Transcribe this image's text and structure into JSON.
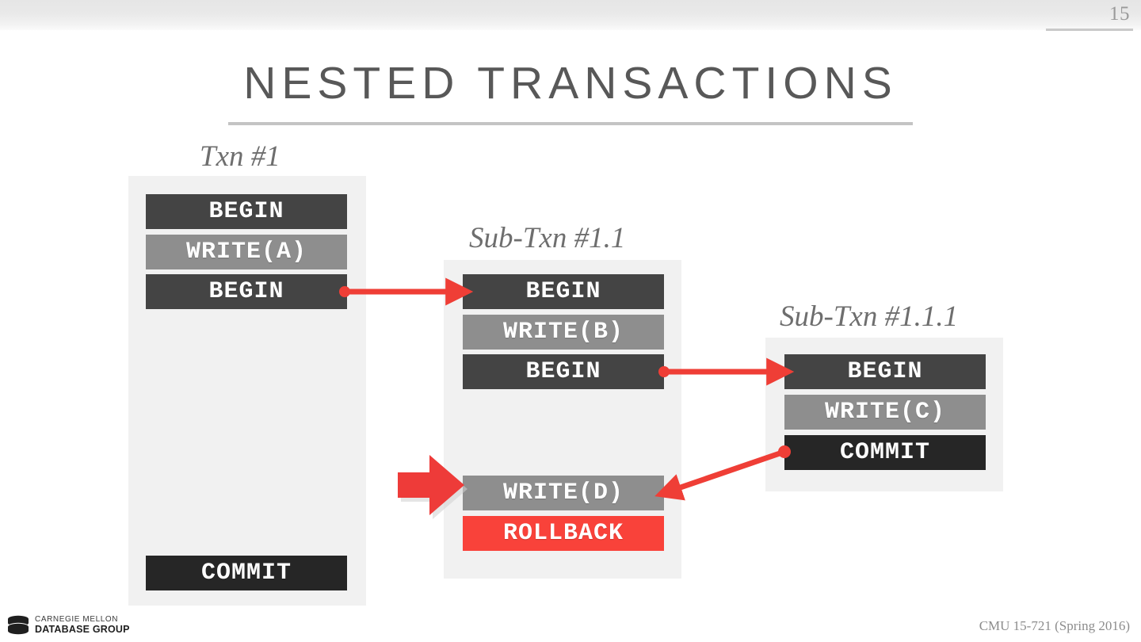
{
  "slide": {
    "number": "15",
    "title": "NESTED TRANSACTIONS"
  },
  "colors": {
    "begin": "#444444",
    "write": "#8e8e8e",
    "commit": "#262626",
    "rollback": "#f9423a",
    "accent_red": "#ef3e36",
    "container": "#f1f1f1",
    "title_text": "#585858",
    "label_text": "#6e6e6e"
  },
  "transactions": [
    {
      "label": "Txn #1",
      "ops": [
        {
          "text": "BEGIN",
          "kind": "begin"
        },
        {
          "text": "WRITE(A)",
          "kind": "write"
        },
        {
          "text": "BEGIN",
          "kind": "begin"
        },
        {
          "text": "COMMIT",
          "kind": "commit"
        }
      ]
    },
    {
      "label": "Sub-Txn #1.1",
      "ops": [
        {
          "text": "BEGIN",
          "kind": "begin"
        },
        {
          "text": "WRITE(B)",
          "kind": "write"
        },
        {
          "text": "BEGIN",
          "kind": "begin"
        },
        {
          "text": "WRITE(D)",
          "kind": "write"
        },
        {
          "text": "ROLLBACK",
          "kind": "rollback"
        }
      ]
    },
    {
      "label": "Sub-Txn #1.1.1",
      "ops": [
        {
          "text": "BEGIN",
          "kind": "begin"
        },
        {
          "text": "WRITE(C)",
          "kind": "write"
        },
        {
          "text": "COMMIT",
          "kind": "commit"
        }
      ]
    }
  ],
  "footer": {
    "logo_line1": "CARNEGIE MELLON",
    "logo_line2": "DATABASE GROUP",
    "course": "CMU 15-721 (Spring 2016)"
  }
}
